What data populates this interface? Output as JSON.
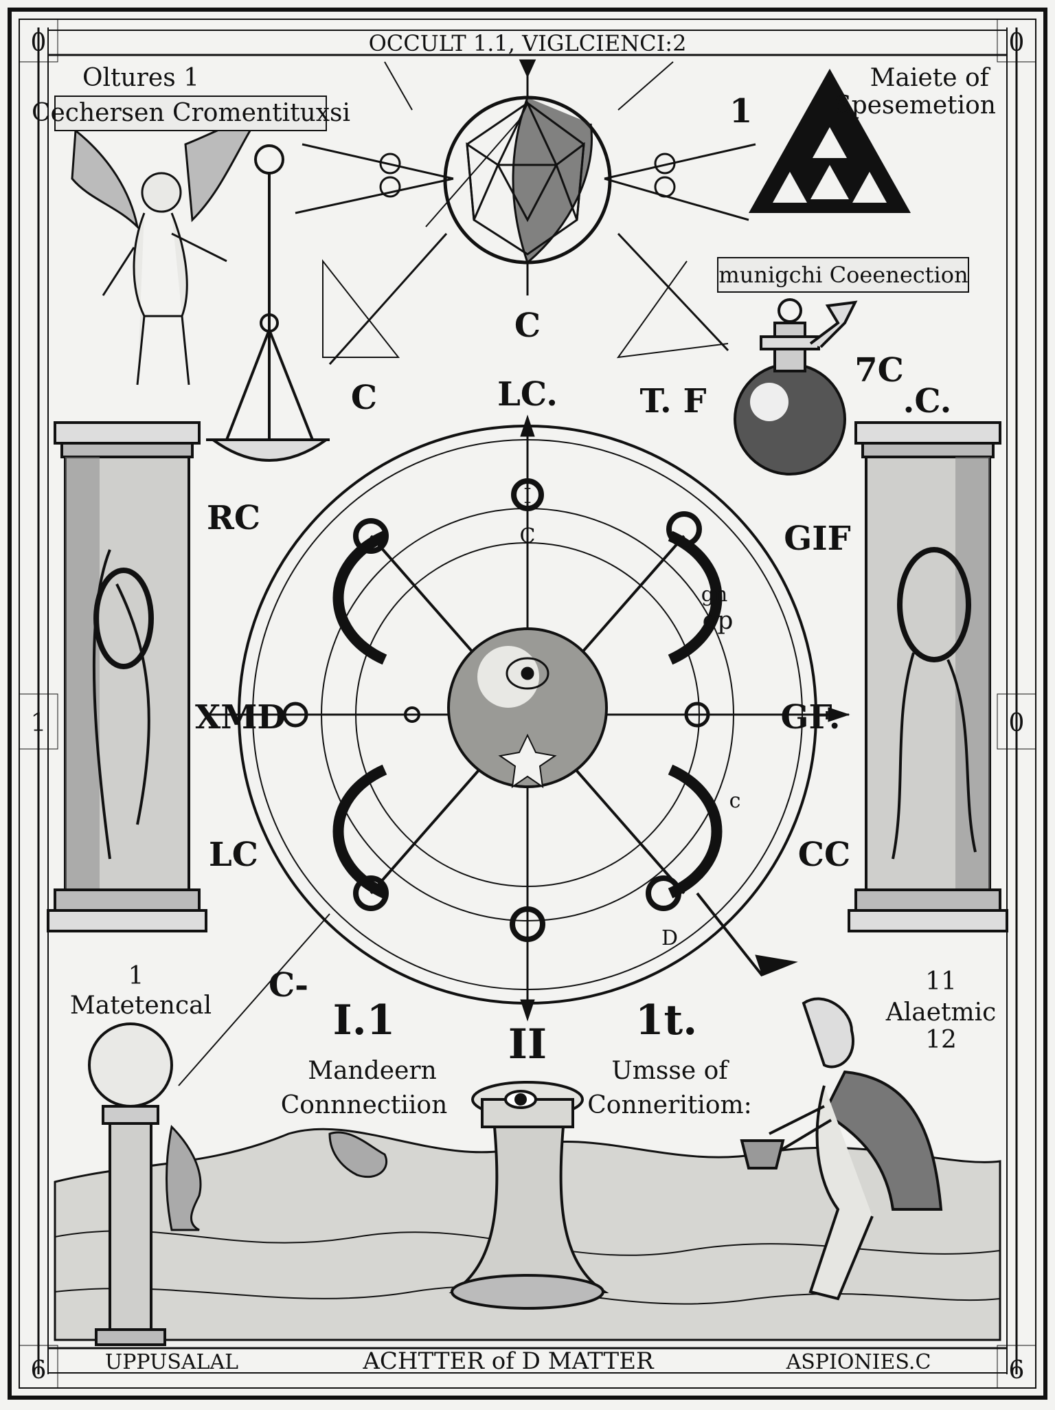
{
  "header": {
    "title": "OCCULT 1.1, VIGLCIENCI:2",
    "corner_tl": "0",
    "corner_tr": "0",
    "corner_bl": "6",
    "corner_br": "6",
    "side_left": "1",
    "side_right": "0"
  },
  "top_left": {
    "line1": "Oltures 1",
    "banner": "Cechersen Cromentituxsi"
  },
  "top_right": {
    "line1": "Maiete of",
    "line2": "Spesemetion",
    "banner": "munigchi Coeenection"
  },
  "center_marks": {
    "num_1": "1",
    "c_below_sphere": "C",
    "lc_top": "LC.",
    "t_f": "T. F",
    "seven_c": "7C",
    "dot_c": ".C.",
    "c_left_upper": "C",
    "ring_top_c": "C",
    "ring_top_i": "I",
    "left_rc": "RC",
    "right_gif": "GIF",
    "right_gn": "gn",
    "right_op": "op",
    "left_xmd": "XMD",
    "right_gf": "GF.",
    "left_lc": "LC",
    "right_cc": "CC",
    "c_dash": "C-",
    "right_d": "D",
    "right_c_small": "c"
  },
  "bottom_texts": {
    "left_num": "1",
    "left_label": "Matetencal",
    "center_num": "I.1",
    "center_line1": "Mandeern",
    "center_line2": "Connnectiion",
    "pillar_num": "II",
    "right_num": "1t.",
    "right_line1": "Umsse of",
    "right_line2": "Conneritiom:",
    "far_right_num": "11",
    "far_right_label": "Alaetmic",
    "far_right_num2": "12"
  },
  "footer": {
    "left": "UPPUSALAL",
    "center": "ACHTTER of D MATTER",
    "right": "ASPIONIES.C"
  }
}
